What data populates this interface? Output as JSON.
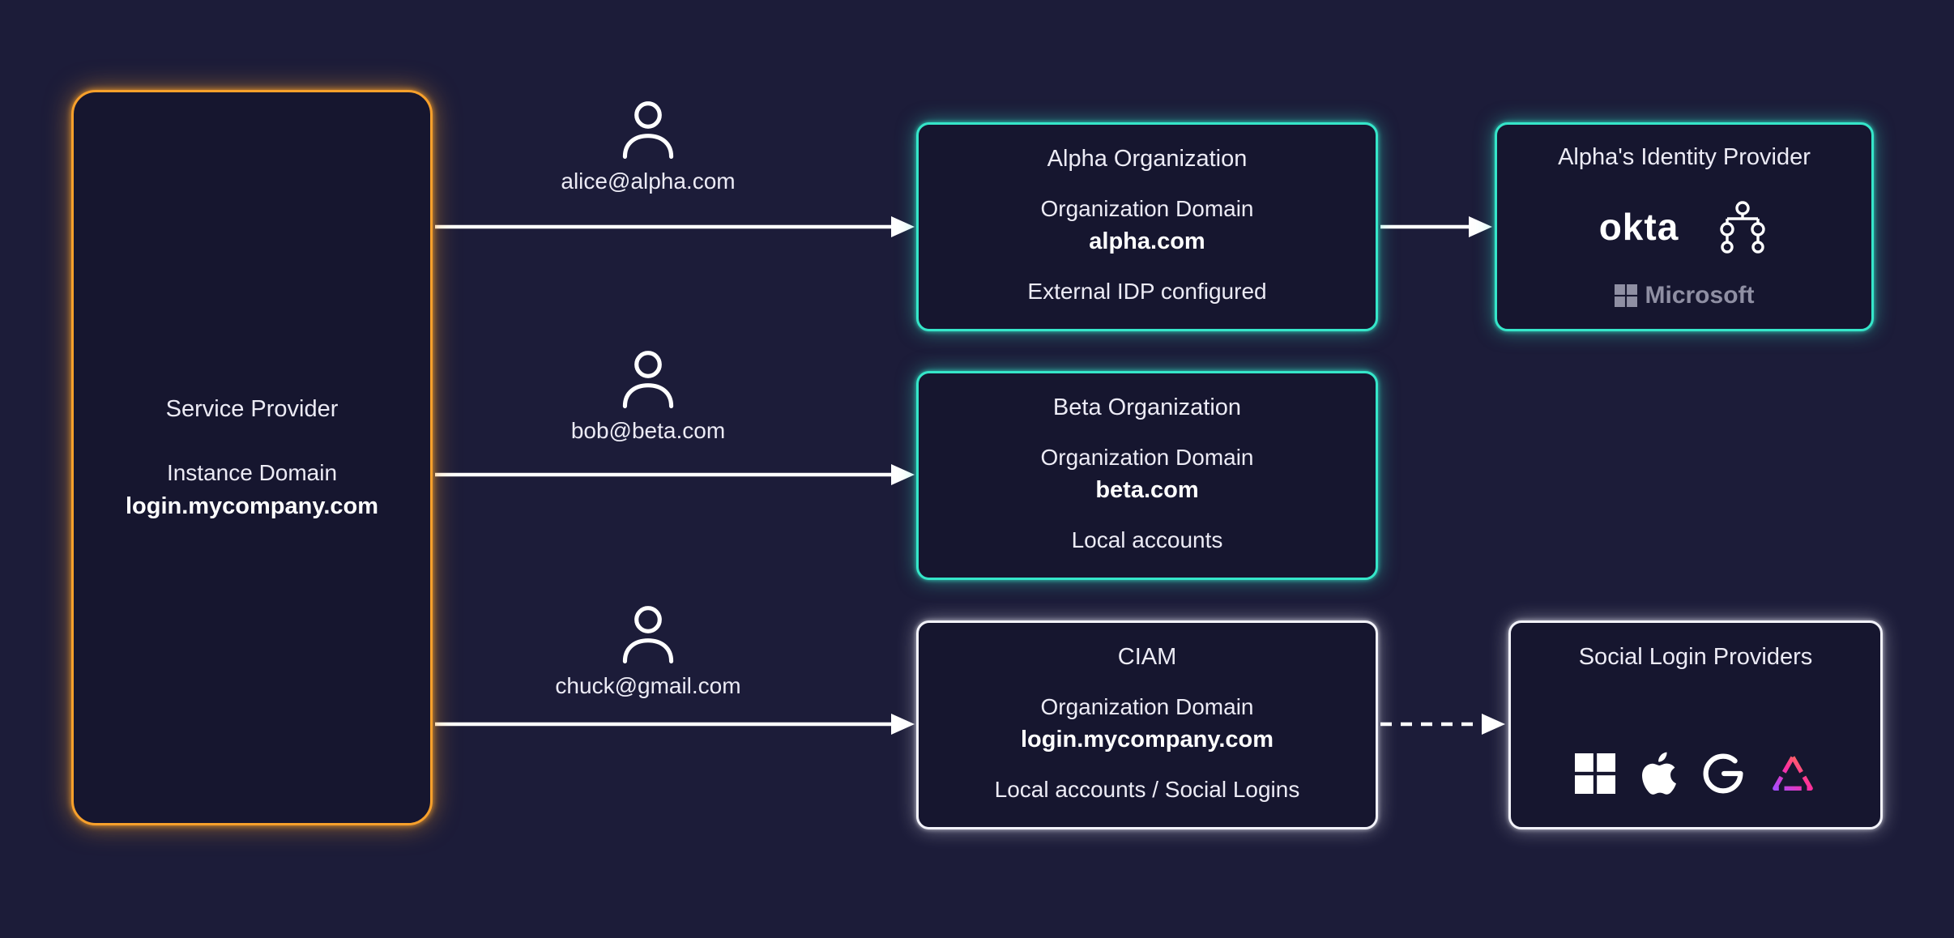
{
  "diagram": {
    "service_provider": {
      "title": "Service Provider",
      "domain_label": "Instance Domain",
      "domain": "login.mycompany.com"
    },
    "users": [
      {
        "email": "alice@alpha.com"
      },
      {
        "email": "bob@beta.com"
      },
      {
        "email": "chuck@gmail.com"
      }
    ],
    "organizations": [
      {
        "title": "Alpha Organization",
        "domain_label": "Organization Domain",
        "domain": "alpha.com",
        "note": "External IDP configured",
        "accent": "#35e6c9"
      },
      {
        "title": "Beta Organization",
        "domain_label": "Organization Domain",
        "domain": "beta.com",
        "note": "Local accounts",
        "accent": "#35e6c9"
      },
      {
        "title": "CIAM",
        "domain_label": "Organization Domain",
        "domain": "login.mycompany.com",
        "note": "Local accounts / Social Logins",
        "accent": "#f2f2fa"
      }
    ],
    "identity_provider": {
      "title": "Alpha's Identity Provider",
      "okta_label": "okta",
      "microsoft_label": "Microsoft"
    },
    "social_providers": {
      "title": "Social Login Providers",
      "icons": [
        "microsoft-squares",
        "apple",
        "google",
        "triangle-gradient"
      ]
    },
    "colors": {
      "background": "#1c1c39",
      "accent_orange": "#f7a02b",
      "accent_teal": "#35e6c9",
      "accent_white": "#f2f2fa"
    }
  }
}
